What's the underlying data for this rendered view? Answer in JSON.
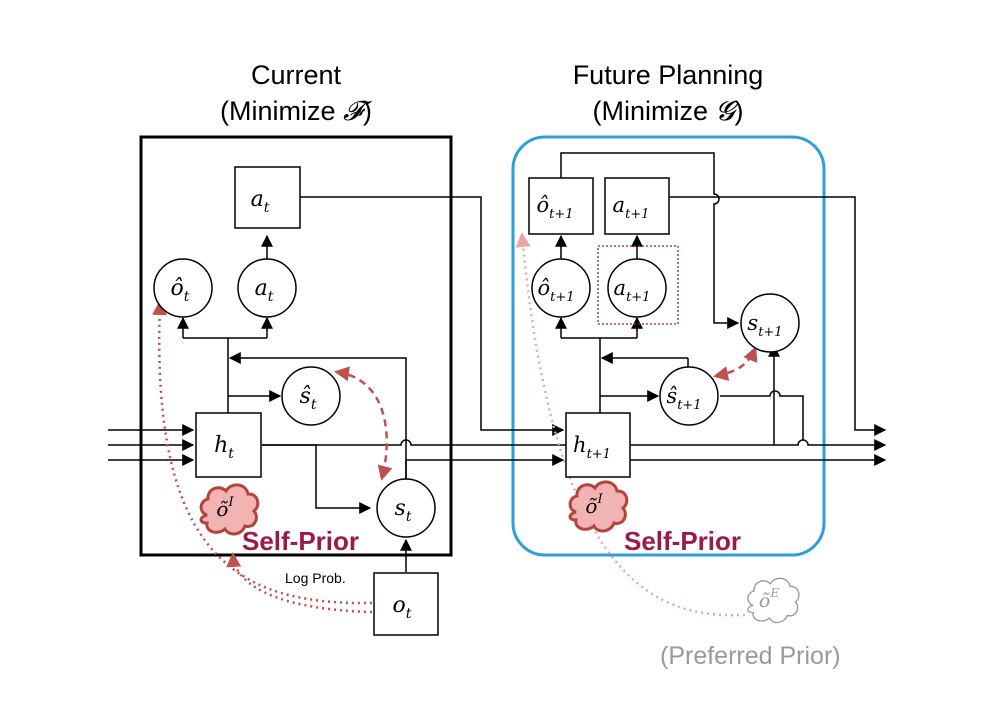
{
  "panels": {
    "current": {
      "title_line1": "Current",
      "title_line2_prefix": "(Minimize ",
      "title_symbol": "𝓕",
      "title_line2_suffix": ")"
    },
    "future": {
      "title_line1": "Future Planning",
      "title_line2_prefix": "(Minimize ",
      "title_symbol": "𝓖",
      "title_line2_suffix": ")"
    }
  },
  "nodes": {
    "a_t_box": {
      "main": "a",
      "sub": "t"
    },
    "o_hat_t": {
      "main": "ô",
      "sub": "t"
    },
    "a_t_circle": {
      "main": "a",
      "sub": "t"
    },
    "s_hat_t": {
      "main": "ŝ",
      "sub": "t"
    },
    "h_t": {
      "main": "h",
      "sub": "t"
    },
    "s_t": {
      "main": "s",
      "sub": "t"
    },
    "o_t": {
      "main": "o",
      "sub": "t"
    },
    "o_tilde_I_current": {
      "main": "õ",
      "sup": "I"
    },
    "o_hat_t1_box": {
      "main": "ô",
      "sub": "t+1"
    },
    "a_t1_box": {
      "main": "a",
      "sub": "t+1"
    },
    "o_hat_t1_circle": {
      "main": "ô",
      "sub": "t+1"
    },
    "a_t1_circle": {
      "main": "a",
      "sub": "t+1"
    },
    "s_t1": {
      "main": "s",
      "sub": "t+1"
    },
    "s_hat_t1": {
      "main": "ŝ",
      "sub": "t+1"
    },
    "h_t1": {
      "main": "h",
      "sub": "t+1"
    },
    "o_tilde_I_future": {
      "main": "õ",
      "sup": "I"
    },
    "o_tilde_E": {
      "main": "õ",
      "sup": "E"
    }
  },
  "labels": {
    "self_prior_current": "Self-Prior",
    "self_prior_future": "Self-Prior",
    "log_prob": "Log Prob.",
    "preferred_prior": "(Preferred Prior)"
  },
  "colors": {
    "self_prior_text": "#9b1b45",
    "dashed_arrow": "#c0504d",
    "cloud_fill": "#f2b3b3",
    "cloud_stroke": "#b5433c",
    "future_frame": "#2e9fd9",
    "preferred_gray": "#9a9a9a",
    "faded_dotted": "#e8a7a7"
  }
}
